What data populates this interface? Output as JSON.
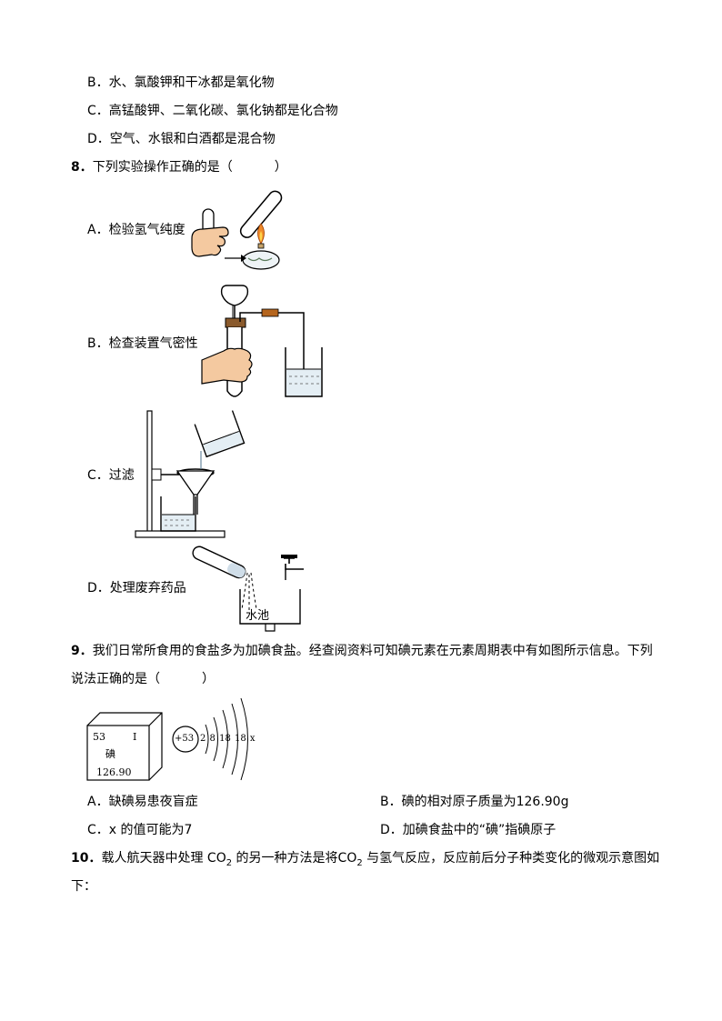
{
  "q7_options": {
    "B": "B．水、氯酸钾和干冰都是氧化物",
    "C": "C．高锰酸钾、二氧化碳、氯化钠都是化合物",
    "D": "D．空气、水银和白酒都是混合物"
  },
  "q8": {
    "num": "8．",
    "stem_a": "下列实验操作正确的是（",
    "stem_b": "）",
    "options": {
      "A": "A．检验氢气纯度",
      "B": "B．检查装置气密性",
      "C": "C．过滤",
      "D": "D．处理废弃药品"
    },
    "sink_label": "水池"
  },
  "q9": {
    "num": "9．",
    "stem_line1": "我们日常所食用的食盐多为加碘食盐。经查阅资料可知碘元素在元素周期表中有如图所示信息。下列",
    "stem_line2_a": "说法正确的是（",
    "stem_line2_b": "）",
    "element": {
      "number": "53",
      "symbol": "I",
      "name": "碘",
      "mass": "126.90"
    },
    "atom": {
      "nucleus": "+53",
      "shells": "2 8 18 18 x"
    },
    "options": {
      "A": "A．缺碘易患夜盲症",
      "B": "B．碘的相对原子质量为126.90g",
      "C": "C．x 的值可能为7",
      "D": "D．加碘食盐中的“碘”指碘原子"
    }
  },
  "q10": {
    "num": "10．",
    "text_a": "载人航天器中处理 CO",
    "sub1": "2",
    "text_b": " 的另一种方法是将CO",
    "sub2": "2",
    "text_c": " 与氢气反应，反应前后分子种类变化的微观示意图如",
    "line2": "下："
  }
}
